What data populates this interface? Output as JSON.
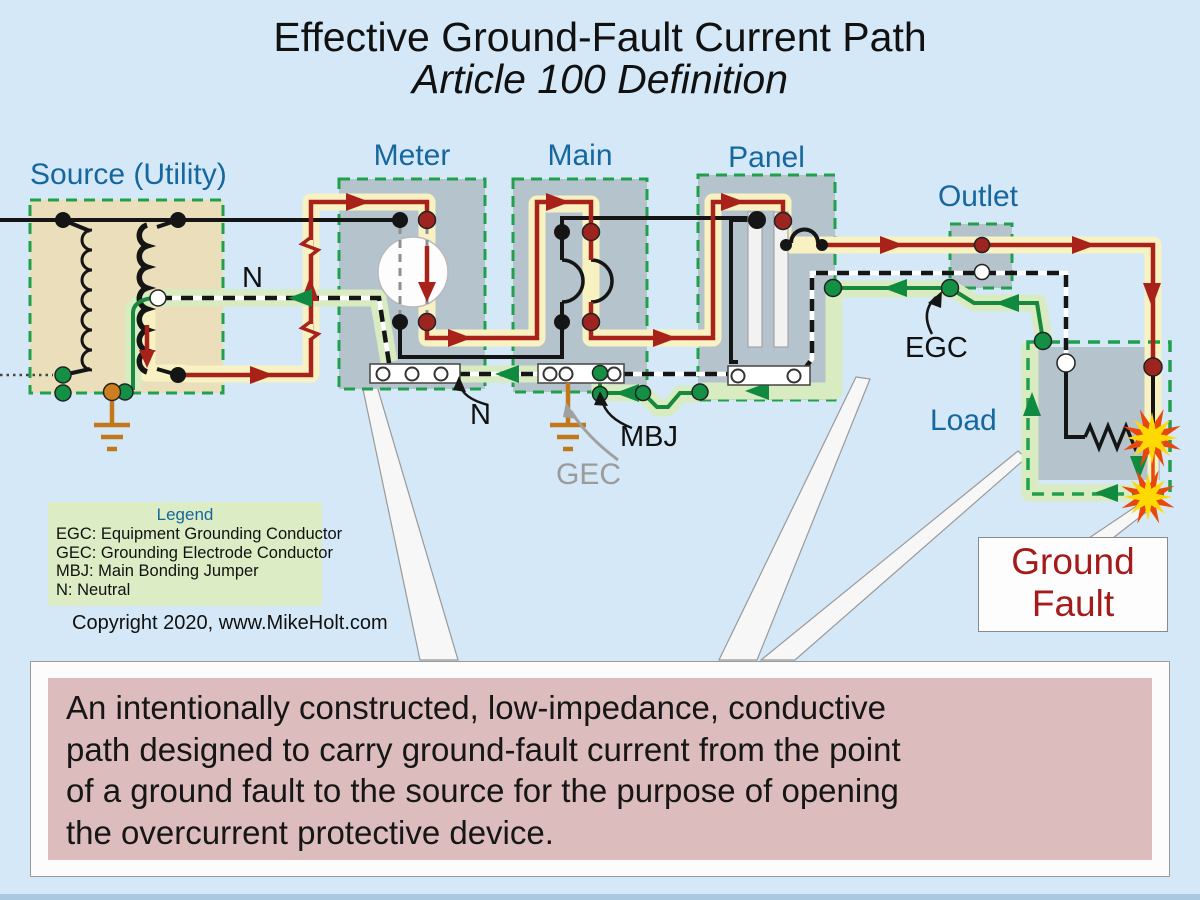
{
  "title": {
    "line1": "Effective Ground-Fault Current Path",
    "line2": "Article 100 Definition"
  },
  "diagram": {
    "section_labels": {
      "source": "Source (Utility)",
      "meter": "Meter",
      "main": "Main",
      "panel": "Panel",
      "outlet": "Outlet",
      "load": "Load"
    },
    "wire_labels": {
      "neutral_source": "N",
      "neutral_bus": "N",
      "egc": "EGC",
      "mbj": "MBJ",
      "gec": "GEC"
    },
    "ground_fault_callout": {
      "line1": "Ground",
      "line2": "Fault"
    },
    "colors": {
      "background": "#d5e8f7",
      "fault_path_red": "#a8221a",
      "fault_highlight_yellow": "#f8f2c3",
      "return_path_green": "#17883c",
      "return_highlight_green": "#d8ebc1",
      "enclosure_gray": "#b5c3cd",
      "source_tan": "#ebdeba",
      "dashed_border_green": "#21a04b",
      "ground_electrode_orange": "#c07818",
      "section_label_blue": "#16679f",
      "definition_pink": "#dcbcbc",
      "ground_fault_text_red": "#a51b1b",
      "legend_background_green": "#dcecc5",
      "spark_yellow": "#ffd903",
      "spark_orange": "#e8490b"
    }
  },
  "legend": {
    "title": "Legend",
    "items": [
      "EGC: Equipment Grounding Conductor",
      "GEC: Grounding Electrode Conductor",
      "MBJ: Main Bonding Jumper",
      "N: Neutral"
    ]
  },
  "copyright": "Copyright 2020, www.MikeHolt.com",
  "definition": {
    "text": "An intentionally constructed, low-impedance, conductive path designed to carry ground-fault current from the point of a ground fault to the source for the purpose of opening the overcurrent protective device.",
    "lines": [
      "An intentionally constructed, low-impedance, conductive",
      "path designed to carry ground-fault current from the point",
      "of a ground fault to the source for the purpose of opening",
      "the overcurrent protective device."
    ]
  }
}
